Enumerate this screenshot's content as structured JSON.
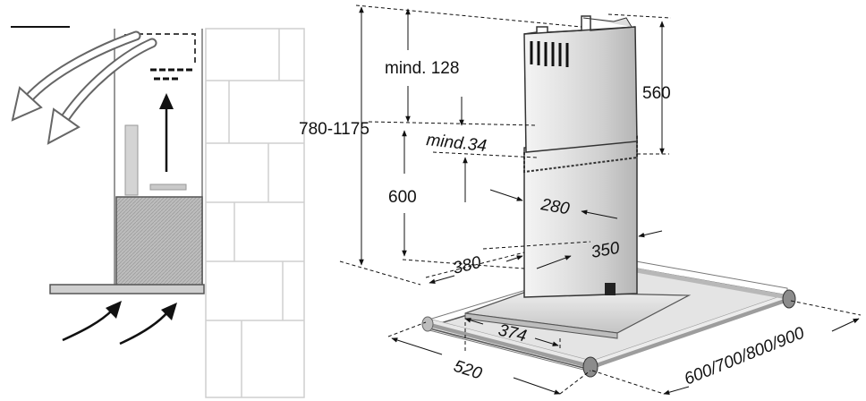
{
  "labels": {
    "mind_128": "mind. 128",
    "range_780_1175": "780-1175",
    "mind_34": "mind.34",
    "d_560": "560",
    "d_600": "600",
    "d_280": "280",
    "d_350": "350",
    "d_380": "380",
    "d_374": "374",
    "d_520": "520",
    "widths": "600/700/800/900"
  },
  "colors": {
    "line": "#111111",
    "wall": "#d9d9d9",
    "hood_fill": "#b8b8b8",
    "steel_light": "#efefef",
    "steel_mid": "#cfcfcf",
    "steel_dark": "#9a9a9a"
  },
  "icons": [
    "air-outflow-arrow-icon",
    "air-inflow-arrow-icon",
    "airflow-up-arrow-icon"
  ]
}
